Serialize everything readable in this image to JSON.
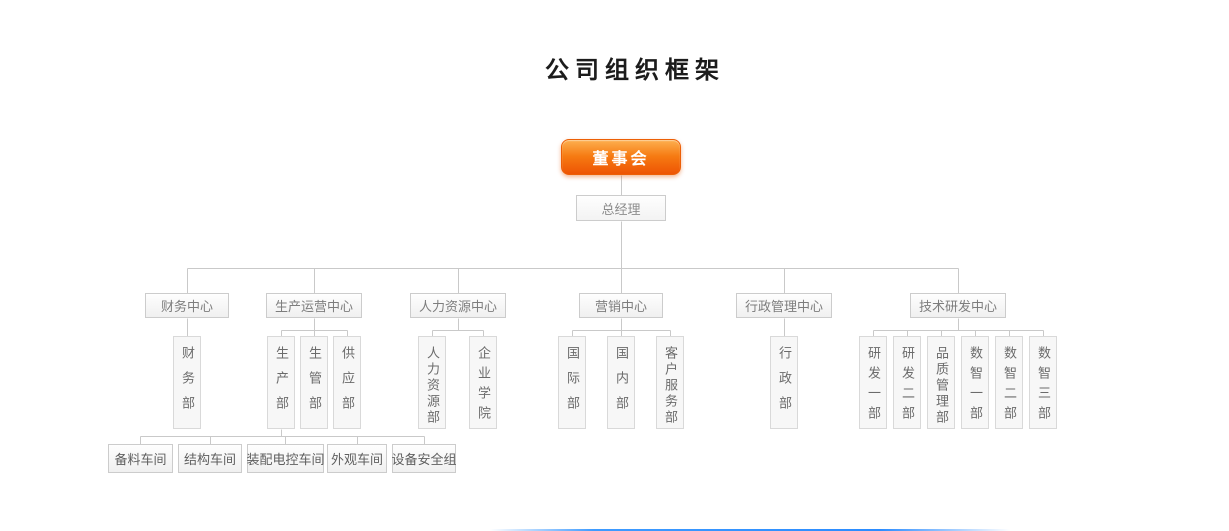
{
  "title": "公司组织框架",
  "org": {
    "board": {
      "label": "董事会"
    },
    "gm": {
      "label": "总经理"
    },
    "centers": [
      {
        "label": "财务中心",
        "departments": [
          {
            "label": "财务部"
          }
        ]
      },
      {
        "label": "生产运营中心",
        "departments": [
          {
            "label": "生产部",
            "teams": [
              {
                "label": "备料车间"
              },
              {
                "label": "结构车间"
              },
              {
                "label": "装配电控车间"
              },
              {
                "label": "外观车间"
              },
              {
                "label": "设备安全组"
              }
            ]
          },
          {
            "label": "生管部"
          },
          {
            "label": "供应部"
          }
        ]
      },
      {
        "label": "人力资源中心",
        "departments": [
          {
            "label": "人力资源部"
          },
          {
            "label": "企业学院"
          }
        ]
      },
      {
        "label": "营销中心",
        "departments": [
          {
            "label": "国际部"
          },
          {
            "label": "国内部"
          },
          {
            "label": "客户服务部"
          }
        ]
      },
      {
        "label": "行政管理中心",
        "departments": [
          {
            "label": "行政部"
          }
        ]
      },
      {
        "label": "技术研发中心",
        "departments": [
          {
            "label": "研发一部"
          },
          {
            "label": "研发二部"
          },
          {
            "label": "品质管理部"
          },
          {
            "label": "数智一部"
          },
          {
            "label": "数智二部"
          },
          {
            "label": "数智三部"
          }
        ]
      }
    ]
  },
  "colors": {
    "accent_orange": "#f26a07",
    "connector_line": "#c9c9c9",
    "box_border": "#cccccc",
    "title_text": "#1c1c1c",
    "bottom_accent_blue": "#3e9bff"
  }
}
